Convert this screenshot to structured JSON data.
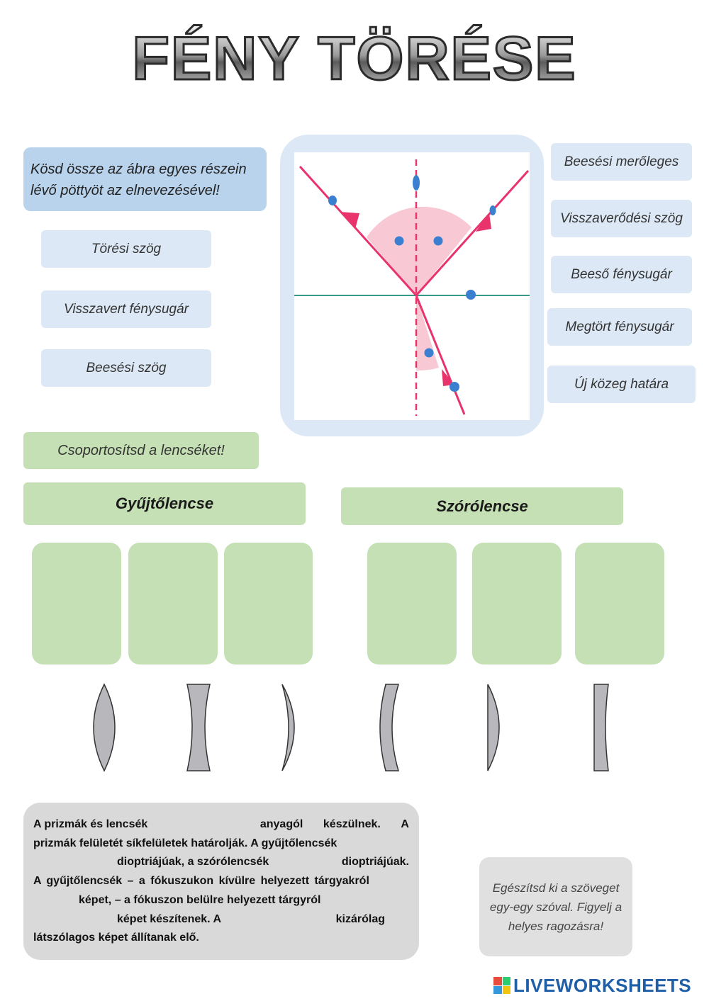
{
  "title": "FÉNY TÖRÉSE",
  "instruction_match": "Kösd össze az ábra egyes részein lévő pöttyöt az elnevezésével!",
  "left_labels": [
    "Törési szög",
    "Visszavert fénysugár",
    "Beesési szög"
  ],
  "right_labels": [
    "Beesési merőleges",
    "Visszaverődési szög",
    "Beeső fénysugár",
    "Megtört fénysugár",
    "Új közeg határa"
  ],
  "instruction_group": "Csoportosítsd  a lencséket!",
  "group_converging": "Gyűjtőlencse",
  "group_diverging": "Szórólencse",
  "lens_shapes": [
    "biconvex-lens-icon",
    "biconcave-lens-icon",
    "convex-meniscus-lens-icon",
    "concave-meniscus-lens-icon",
    "plano-convex-lens-icon",
    "plano-concave-lens-icon"
  ],
  "fill_text": {
    "line1": [
      "A prizmák és lencsék",
      "anyagól",
      "készülnek.",
      "A"
    ],
    "line2": "prizmák felületét síkfelületek határolják. A gyűjtőlencsék",
    "line3": [
      "dioptriájúak, a szórólencsék",
      "dioptriájúak."
    ],
    "line4": "A gyűjtőlencsék – a fókuszukon kívülre helyezett tárgyakról",
    "line5": "képet, – a fókuszon belülre helyezett tárgyról",
    "line6": [
      "képet készítenek. A",
      "kizárólag"
    ],
    "line7": "látszólagos képet állítanak elő."
  },
  "note": "Egészítsd ki a szöveget egy-egy szóval. Figyelj a helyes ragozásra!",
  "brand": "LIVEWORKSHEETS",
  "colors": {
    "ray": "#e8336d",
    "angle_fill": "#f8c9d4",
    "boundary": "#3a9a8a",
    "dot": "#3a7fd0",
    "label_bg": "#dce8f5",
    "group_bg": "#c5e0b4",
    "lens_fill": "#b8b8bc"
  }
}
